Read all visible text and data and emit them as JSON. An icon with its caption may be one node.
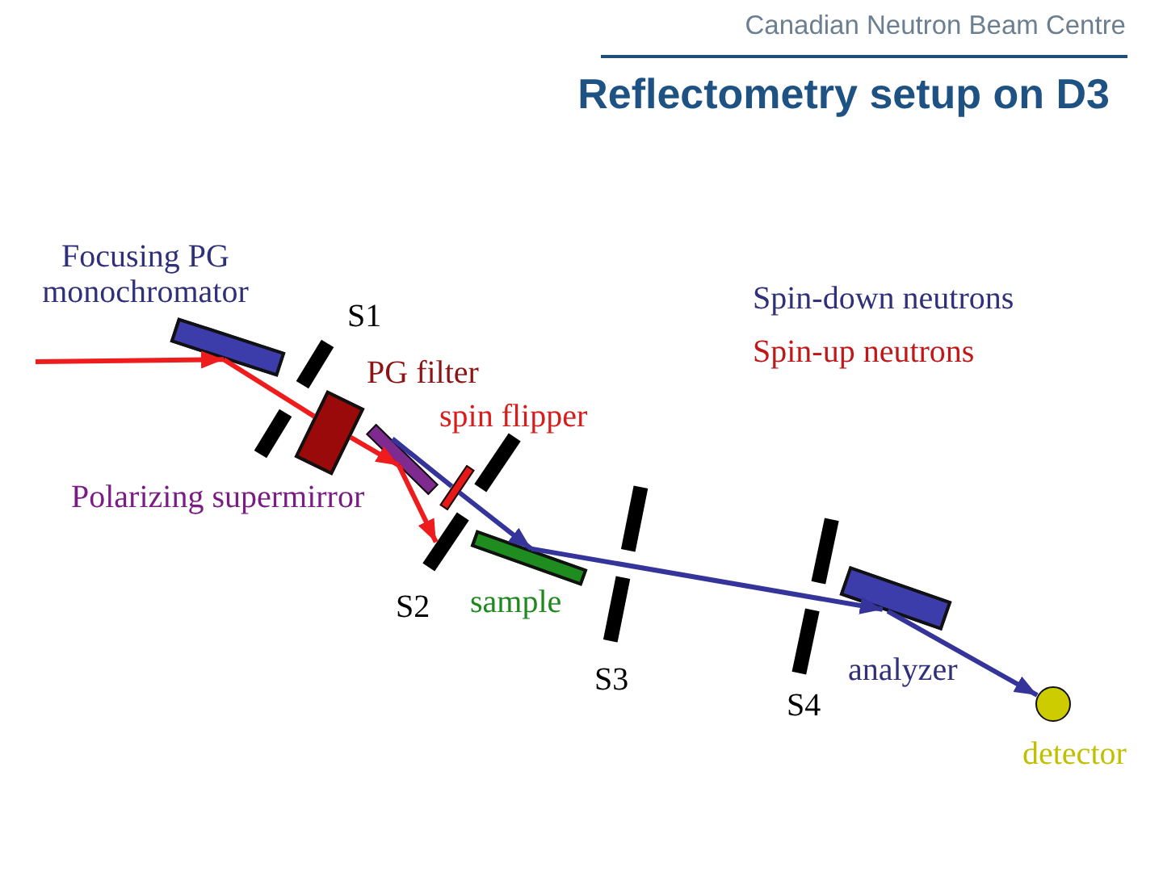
{
  "diagram": {
    "title": "Reflectometry setup on D3",
    "nodes": [
      {
        "text": [],
        "shape": "bar",
        "beside": [
          "Focusing PG monochromator"
        ]
      },
      {
        "text": [],
        "shape": "bar",
        "beside": [
          "S1"
        ]
      },
      {
        "text": [],
        "shape": "bar"
      },
      {
        "text": [],
        "shape": "box",
        "beside": [
          "PG filter"
        ]
      },
      {
        "text": [],
        "shape": "bar",
        "beside": [
          "Polarizing supermirror"
        ]
      },
      {
        "text": [],
        "shape": "bar"
      },
      {
        "text": [],
        "shape": "bar"
      },
      {
        "text": [],
        "shape": "bar",
        "beside": [
          "S2"
        ]
      },
      {
        "text": [],
        "shape": "bar",
        "beside": [
          "sample"
        ]
      },
      {
        "text": [],
        "shape": "bar"
      },
      {
        "text": [],
        "shape": "bar",
        "beside": [
          "S3"
        ]
      },
      {
        "text": [],
        "shape": "bar"
      },
      {
        "text": [],
        "shape": "bar",
        "beside": [
          "S4"
        ]
      },
      {
        "text": [],
        "shape": "bar",
        "beside": [
          "analyzer"
        ]
      },
      {
        "text": [],
        "shape": "circle",
        "beside": [
          "detector"
        ]
      }
    ],
    "edges": [
      {
        "from": null,
        "to": 0,
        "arrow": "to",
        "color": "#ee1c1c"
      },
      {
        "from": 0,
        "to": 3,
        "arrow": "none",
        "color": "#ee1c1c"
      },
      {
        "from": 3,
        "to": 4,
        "arrow": "to",
        "color": "#ee1c1c"
      },
      {
        "from": 4,
        "to": 7,
        "arrow": "to",
        "color": "#ee1c1c"
      },
      {
        "from": 4,
        "to": 5,
        "arrow": "none",
        "color": "#34349a"
      },
      {
        "from": 5,
        "to": 8,
        "arrow": "to",
        "color": "#34349a"
      },
      {
        "from": 8,
        "to": 13,
        "arrow": "to",
        "color": "#34349a"
      },
      {
        "from": 13,
        "to": 14,
        "arrow": "to",
        "color": "#34349a"
      }
    ],
    "labels": [
      "Canadian Neutron Beam Centre",
      "Spin-down neutrons",
      "Spin-up neutrons",
      "spin flipper"
    ]
  }
}
